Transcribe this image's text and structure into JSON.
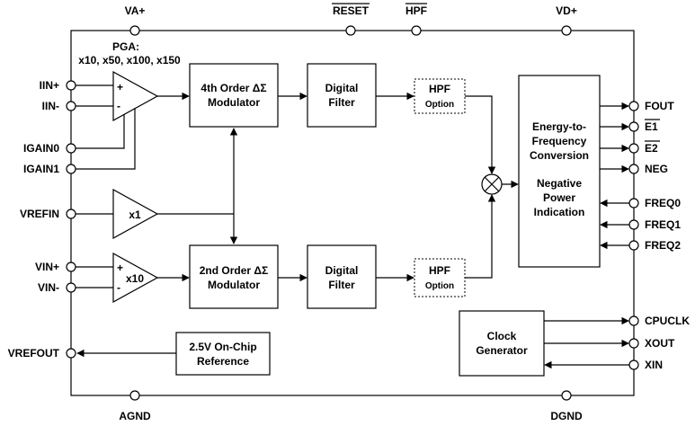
{
  "pins": {
    "va_plus": "VA+",
    "reset": "RESET",
    "hpf": "HPF",
    "vd_plus": "VD+",
    "iin_plus": "IIN+",
    "iin_minus": "IIN-",
    "igain0": "IGAIN0",
    "igain1": "IGAIN1",
    "vrefin": "VREFIN",
    "vin_plus": "VIN+",
    "vin_minus": "VIN-",
    "vrefout": "VREFOUT",
    "agnd": "AGND",
    "dgnd": "DGND",
    "fout": "FOUT",
    "e1": "E1",
    "e2": "E2",
    "neg": "NEG",
    "freq0": "FREQ0",
    "freq1": "FREQ1",
    "freq2": "FREQ2",
    "cpuclk": "CPUCLK",
    "xout": "XOUT",
    "xin": "XIN"
  },
  "pga": {
    "line1": "PGA:",
    "line2": "x10, x50, x100, x150",
    "plus": "+",
    "minus": "-"
  },
  "buffer_gain": "x1",
  "vin_amp": {
    "gain": "x10",
    "plus": "+",
    "minus": "-"
  },
  "modulator4": {
    "line1": "4th Order ΔΣ",
    "line2": "Modulator"
  },
  "modulator2": {
    "line1": "2nd Order ΔΣ",
    "line2": "Modulator"
  },
  "filter": {
    "line1": "Digital",
    "line2": "Filter"
  },
  "hpf_option": {
    "line1": "HPF",
    "line2": "Option"
  },
  "etf": {
    "line1": "Energy-to-",
    "line2": "Frequency",
    "line3": "Conversion",
    "line4": "Negative",
    "line5": "Power",
    "line6": "Indication"
  },
  "clock": {
    "line1": "Clock",
    "line2": "Generator"
  },
  "reference": {
    "line1": "2.5V On-Chip",
    "line2": "Reference"
  }
}
